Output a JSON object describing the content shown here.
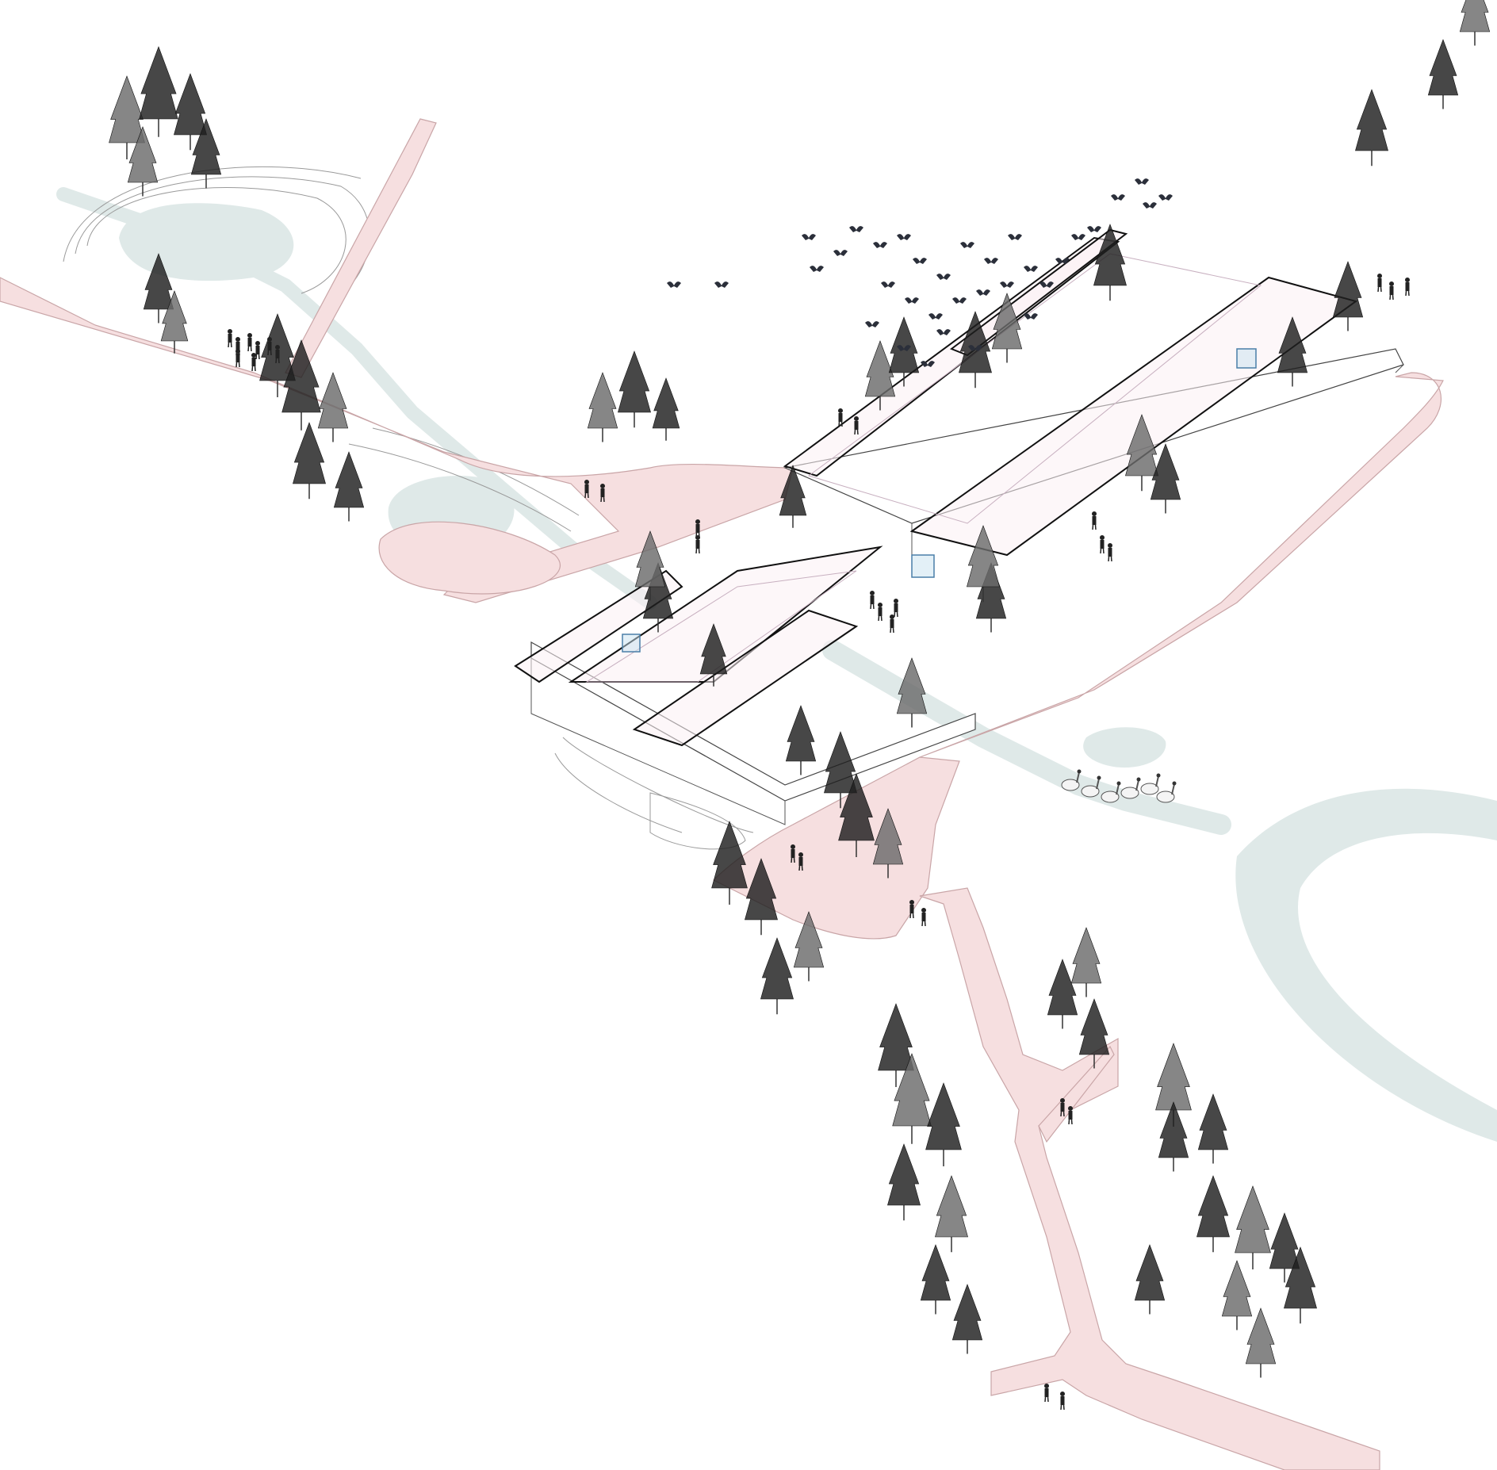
{
  "diagram": {
    "kind": "axonometric site plan",
    "palette": {
      "path": "#f6dfe0",
      "path_edge": "#c9a5a7",
      "water": "#dfe9e8",
      "foliage_dark": "#1e1e1e",
      "foliage_mid": "#6b6b6b",
      "roof_line": "#111111",
      "cube_accent": "#4a7fa8",
      "background": "#ffffff"
    },
    "elements": {
      "buildings": 2,
      "roof_canopies": 5,
      "ponds": 3,
      "river": 1,
      "bird_flock": 1,
      "goose_group": 1
    },
    "icons": [
      "tree-icon",
      "shrub-icon",
      "bird-icon",
      "goose-icon",
      "person-icon",
      "bicycle-icon",
      "glass-cube-icon"
    ]
  }
}
